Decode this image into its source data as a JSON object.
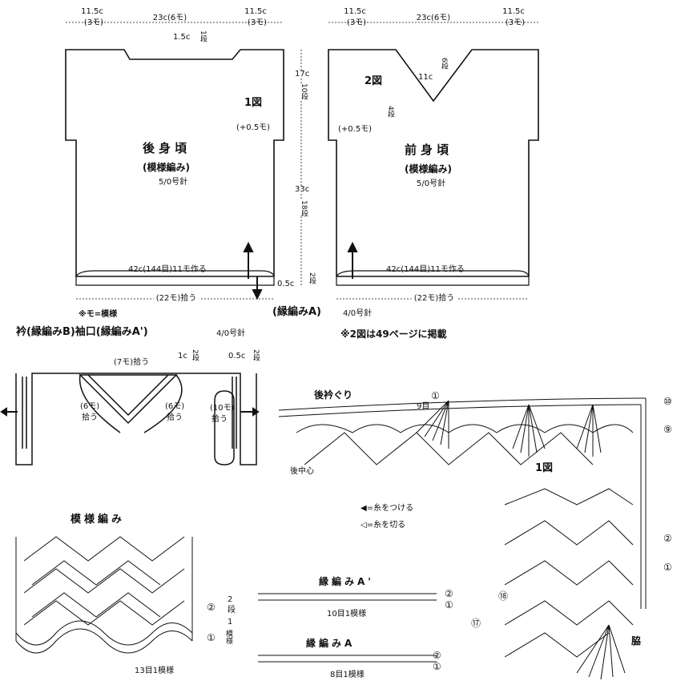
{
  "top_widths": {
    "left": "11.5c",
    "left_sub": "(3モ)",
    "mid": "23c(6モ)",
    "right": "11.5c",
    "right_sub": "(3モ)"
  },
  "neck_back": {
    "val": "1.5c",
    "rows": "1段"
  },
  "fig1": "1図",
  "fig2": "2図",
  "plus_mo": "(+0.5モ)",
  "back": {
    "title": "後身頃",
    "pattern": "(模様編み)",
    "needle": "5/0号針"
  },
  "front": {
    "title": "前身頃",
    "pattern": "(模様編み)",
    "needle": "5/0号針"
  },
  "v_neck": {
    "val": "11c",
    "rows": "6段"
  },
  "side_rows4": "4段",
  "side": {
    "a": "17c",
    "a_rows": "10段",
    "b": "33c",
    "b_rows": "18段",
    "c": "0.5c",
    "c_rows": "2段"
  },
  "hem_text": "42c(144目)11モ作る",
  "pickup_22": "(22モ)拾う",
  "mo_note": "※モ=模様",
  "edge_a_label": "(縁編みA)",
  "needle4": "4/0号針",
  "collar_title": "衿(縁編みB)袖口(縁編みA')",
  "note_49": "※2図は49ページに掲載",
  "collar": {
    "pick7": "(7モ)拾う",
    "one_c": "1c",
    "rows2": "2段",
    "half_c": "0.5c",
    "pick6a": "(6モ)",
    "pick6b": "(6モ)",
    "hiro": "拾う",
    "pick10": "(10モ)"
  },
  "detail": {
    "ushiro_eri": "後衿ぐり",
    "nine": "9目",
    "circle1": "①",
    "back_center": "後中心",
    "fig1": "1図",
    "r10": "⑩",
    "r9": "⑨",
    "r2": "②",
    "r1": "①",
    "r18": "⑱",
    "r17": "⑰",
    "waki": "脇"
  },
  "legend": {
    "attach": "◀=糸をつける",
    "cut": "◁=糸を切る"
  },
  "pattern_title": "模様編み",
  "pattern_rows": {
    "r2": "②",
    "r1": "①",
    "two": "2",
    "dan": "段",
    "one": "1",
    "moyo": "模様",
    "repeat": "13目1模様"
  },
  "edge_a2": {
    "title": "縁編みA'",
    "repeat": "10目1模様",
    "r2": "②",
    "r1": "①"
  },
  "edge_a": {
    "title": "縁編みA",
    "repeat": "8目1模様",
    "r2": "②",
    "r1": "①"
  }
}
